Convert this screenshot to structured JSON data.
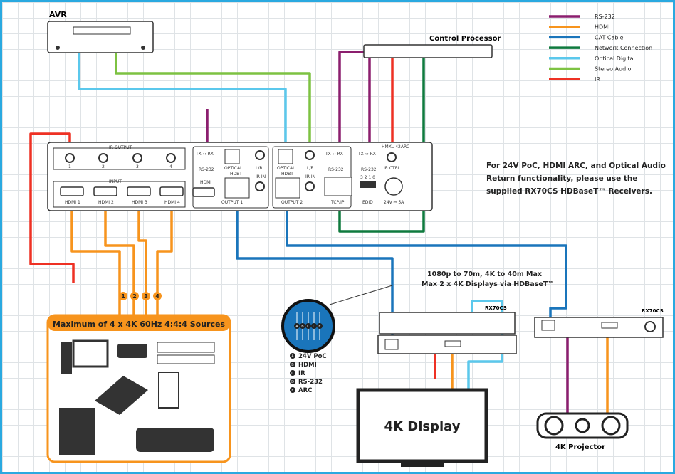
{
  "legend": [
    {
      "label": "RS-232",
      "color": "#8b1e6e"
    },
    {
      "label": "HDMI",
      "color": "#f7941d"
    },
    {
      "label": "CAT Cable",
      "color": "#1a75bb"
    },
    {
      "label": "Network Connection",
      "color": "#0f7a3e"
    },
    {
      "label": "Optical Digital",
      "color": "#5bc8ec"
    },
    {
      "label": "Stereo Audio",
      "color": "#7dc242"
    },
    {
      "label": "IR",
      "color": "#ee3124"
    }
  ],
  "devices": {
    "avr": "AVR",
    "control_processor": "Control Processor",
    "switcher_model": "HMXL-42ARC",
    "receiver_1": "RX70CS",
    "receiver_2": "RX70CS",
    "display": "4K Display",
    "projector": "4K Projector"
  },
  "switcher_labels": {
    "ir_output": "IR OUTPUT",
    "ir_ports": [
      "1",
      "2",
      "3",
      "4"
    ],
    "input": "INPUT",
    "hdmi_inputs": [
      "HDMI 1",
      "HDMI 2",
      "HDMI 3",
      "HDMI 4"
    ],
    "tx_rx": "TX ↔ RX",
    "rs232": "RS-232",
    "optical": "OPTICAL",
    "lr": "L/R",
    "hdbt": "HDBT",
    "hdmi": "HDMI",
    "ir_in": "IR IN",
    "output1": "OUTPUT 1",
    "output2": "OUTPUT 2",
    "tcpip": "TCP/IP",
    "edid": "EDID",
    "edid_switches": "3 2 1 0",
    "ir_ctrl": "IR CTRL",
    "power": "24V ⎓ 5A"
  },
  "note": [
    "For 24V PoC, HDMI ARC, and Optical Audio",
    "Return functionality, please use the",
    "supplied RX70CS HDBaseT™ Receivers."
  ],
  "distance_note": [
    "1080p to 70m, 4K to 40m Max",
    "Max 2 x 4K Displays via HDBaseT™"
  ],
  "sources_title": "Maximum of 4 x 4K 60Hz 4:4:4 Sources",
  "source_numbers": [
    "1",
    "2",
    "3",
    "4"
  ],
  "hdbaset_letters": [
    "A",
    "B",
    "C",
    "D",
    "E"
  ],
  "hdbaset_features": [
    {
      "letter": "A",
      "label": "24V PoC"
    },
    {
      "letter": "B",
      "label": "HDMI"
    },
    {
      "letter": "C",
      "label": "IR"
    },
    {
      "letter": "D",
      "label": "RS-232"
    },
    {
      "letter": "E",
      "label": "ARC"
    }
  ]
}
